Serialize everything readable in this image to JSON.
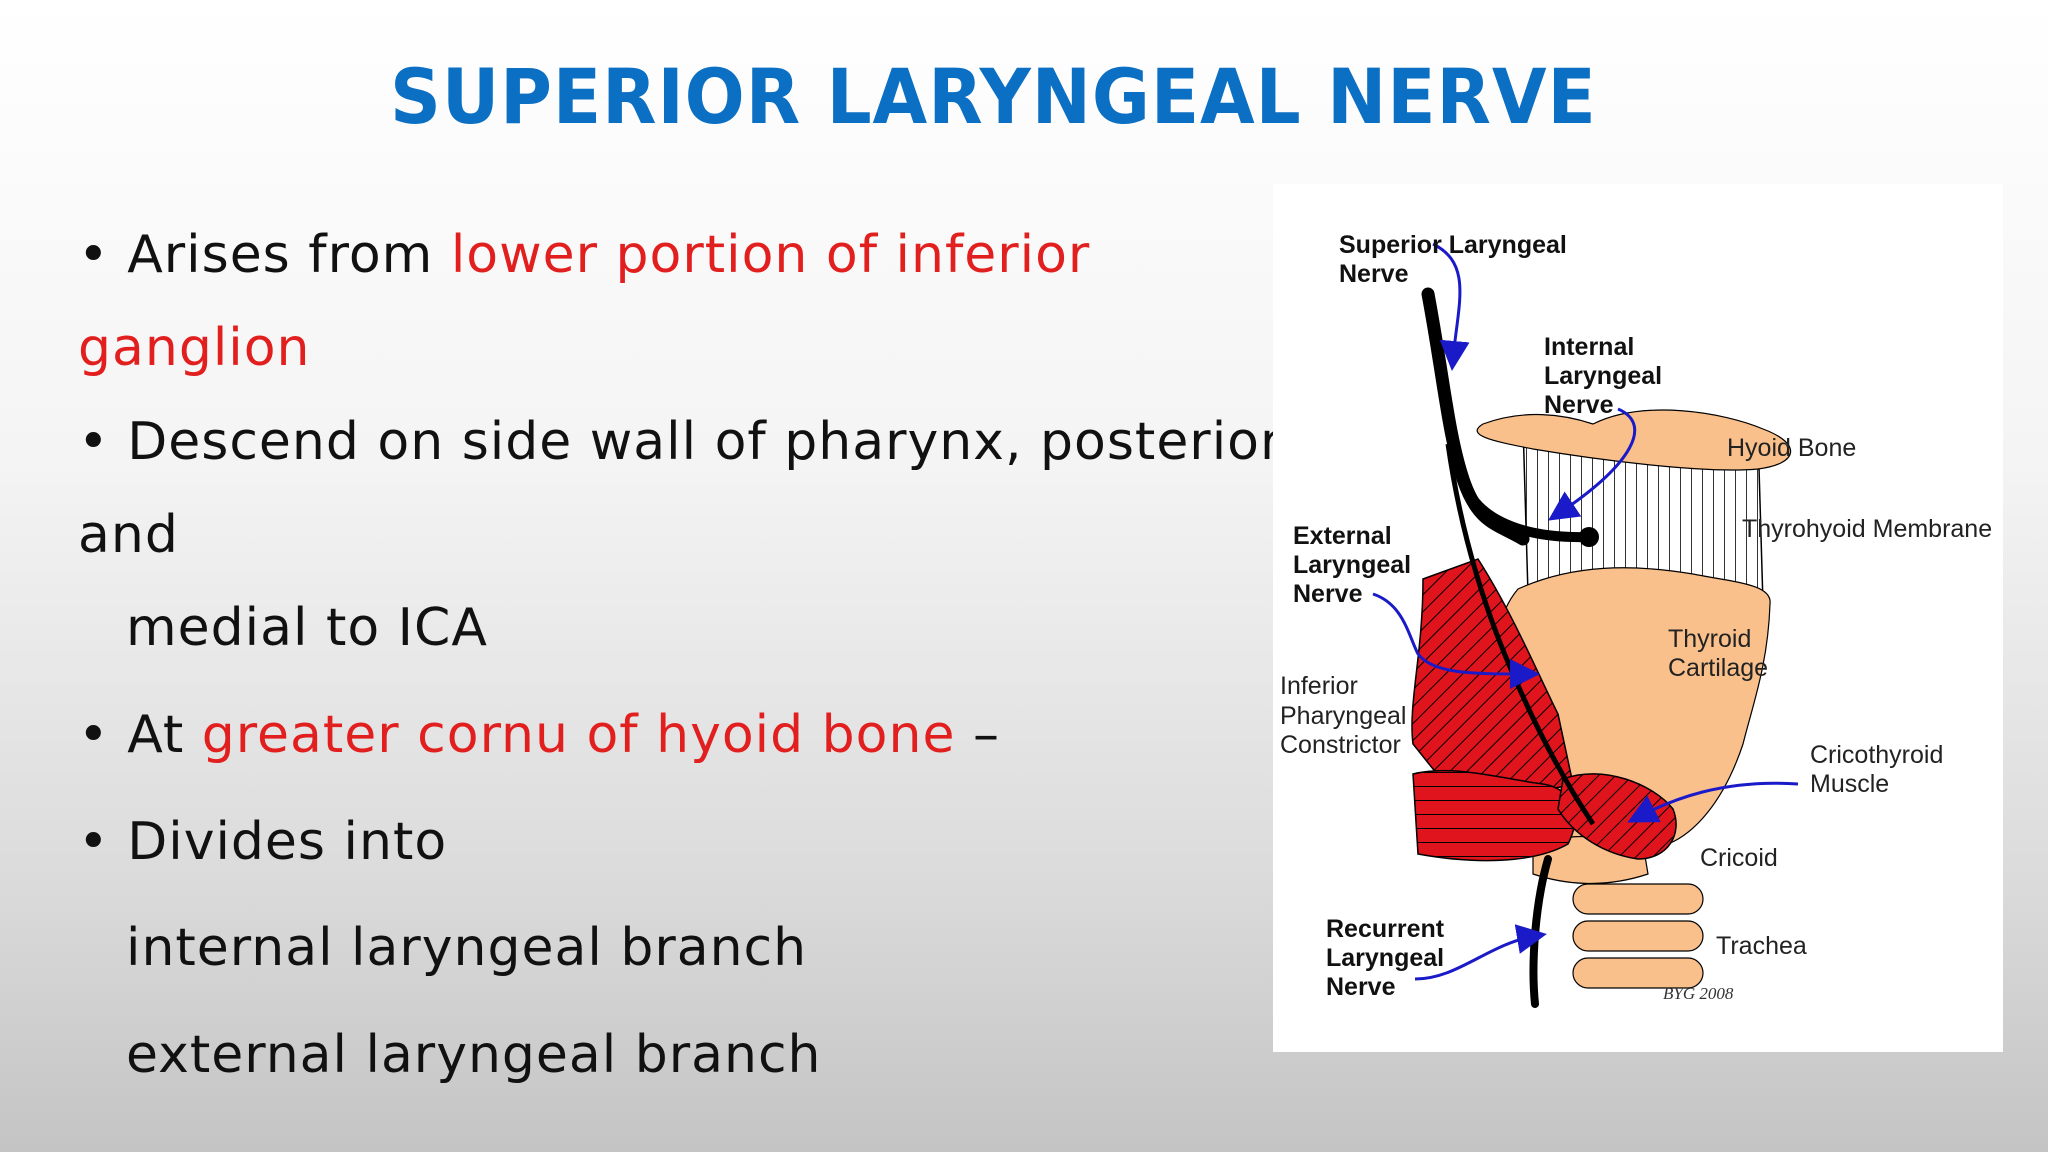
{
  "slide": {
    "title": "SUPERIOR LARYNGEAL NERVE",
    "lines": [
      {
        "bullet": "• ",
        "segments": [
          {
            "text": "Arises from ",
            "red": false
          },
          {
            "text": "lower portion of inferior",
            "red": true
          }
        ]
      },
      {
        "bullet": "",
        "segments": [
          {
            "text": "ganglion",
            "red": true
          }
        ]
      },
      {
        "bullet": "• ",
        "segments": [
          {
            "text": "Descend on side wall of pharynx, posterior",
            "red": false
          }
        ]
      },
      {
        "bullet": "",
        "segments": [
          {
            "text": "and",
            "red": false
          }
        ]
      },
      {
        "bullet": "",
        "segments": [
          {
            "text": "medial to ICA",
            "red": false
          }
        ]
      },
      {
        "bullet": "• ",
        "segments": [
          {
            "text": "At ",
            "red": false
          },
          {
            "text": "greater cornu of hyoid bone",
            "red": true
          },
          {
            "text": " –",
            "red": false
          }
        ]
      },
      {
        "bullet": "• ",
        "segments": [
          {
            "text": "Divides into",
            "red": false
          }
        ]
      },
      {
        "bullet": "",
        "segments": [
          {
            "text": "internal laryngeal branch",
            "red": false
          }
        ]
      },
      {
        "bullet": "",
        "segments": [
          {
            "text": "external laryngeal branch",
            "red": false
          }
        ]
      }
    ]
  },
  "diagram": {
    "labels": {
      "superior_laryngeal_1": "Superior Laryngeal",
      "superior_laryngeal_2": "Nerve",
      "internal_1": "Internal",
      "internal_2": "Laryngeal",
      "internal_3": "Nerve",
      "hyoid_bone": "Hyoid Bone",
      "thyrohyoid_membrane": "Thyrohyoid Membrane",
      "external_1": "External",
      "external_2": "Laryngeal",
      "external_3": "Nerve",
      "thyroid_1": "Thyroid",
      "thyroid_2": "Cartilage",
      "inferior_1": "Inferior",
      "inferior_2": "Pharyngeal",
      "inferior_3": "Constrictor",
      "cricothyroid_1": "Cricothyroid",
      "cricothyroid_2": "Muscle",
      "cricoid": "Cricoid",
      "recurrent_1": "Recurrent",
      "recurrent_2": "Laryngeal",
      "recurrent_3": "Nerve",
      "trachea": "Trachea",
      "signature": "BYG 2008"
    },
    "colors": {
      "cartilage": "#f9c08c",
      "muscle": "#e0141c",
      "nerve": "#000000",
      "arrow": "#1a1ac8"
    }
  }
}
